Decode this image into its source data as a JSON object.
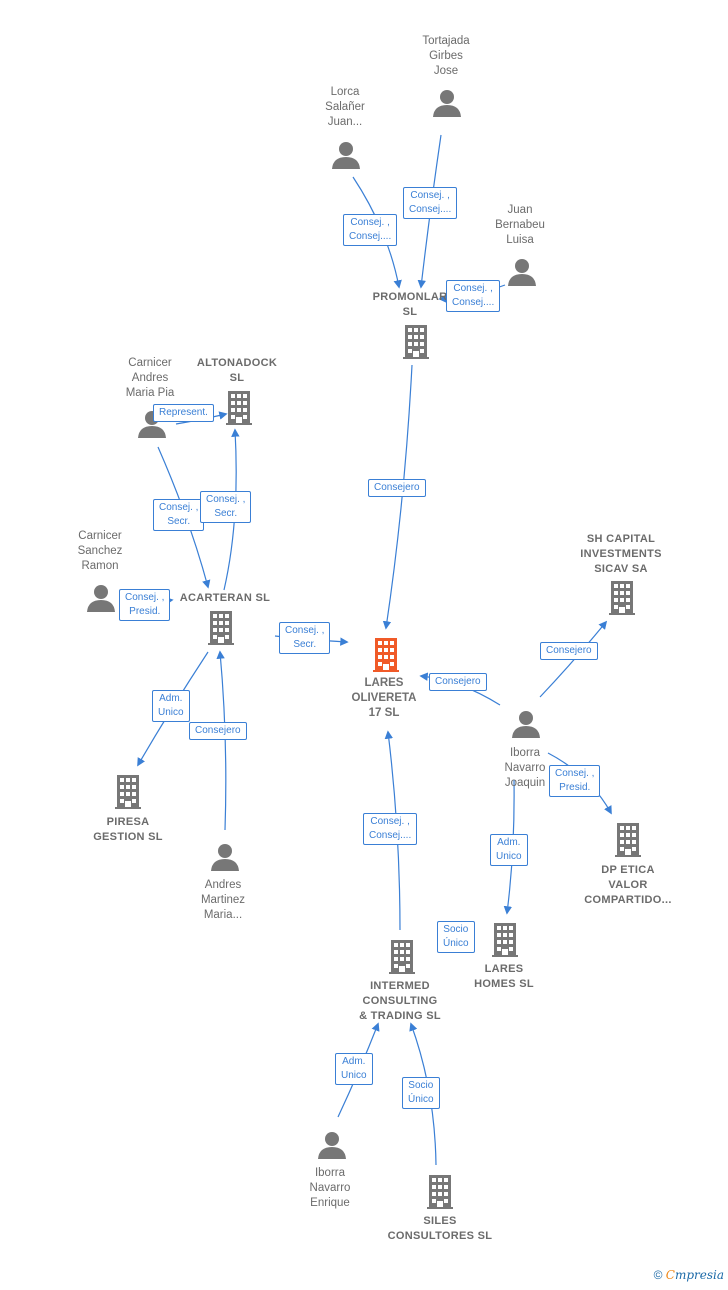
{
  "colors": {
    "edge": "#3a7fd5",
    "node": "#777777",
    "focus": "#f05a28"
  },
  "nodes": [
    {
      "id": "lares",
      "type": "focus",
      "label": "LARES\nOLIVERETA\n17  SL",
      "icon": "building-icon"
    },
    {
      "id": "promonlar",
      "type": "company",
      "label": "PROMONLAR\nSL",
      "icon": "building-icon"
    },
    {
      "id": "tortajada",
      "type": "person",
      "label": "Tortajada\nGirbes\nJose",
      "icon": "person-icon"
    },
    {
      "id": "lorca",
      "type": "person",
      "label": "Lorca\nSalañer\nJuan...",
      "icon": "person-icon"
    },
    {
      "id": "bernabeu",
      "type": "person",
      "label": "Juan\nBernabeu\nLuisa",
      "icon": "person-icon"
    },
    {
      "id": "carnicer_andres",
      "type": "person",
      "label": "Carnicer\nAndres\nMaria Pia",
      "icon": "person-icon"
    },
    {
      "id": "altonadock",
      "type": "company",
      "label": "ALTONADOCK\nSL",
      "icon": "building-icon"
    },
    {
      "id": "carnicer_sanchez",
      "type": "person",
      "label": "Carnicer\nSanchez\nRamon",
      "icon": "person-icon"
    },
    {
      "id": "acarteran",
      "type": "company",
      "label": "ACARTERAN SL",
      "icon": "building-icon"
    },
    {
      "id": "piresa",
      "type": "company",
      "label": "PIRESA\nGESTION  SL",
      "icon": "building-icon"
    },
    {
      "id": "andres_martinez",
      "type": "person",
      "label": "Andres\nMartinez\nMaria...",
      "icon": "person-icon"
    },
    {
      "id": "sh_capital",
      "type": "company",
      "label": "SH CAPITAL\nINVESTMENTS\nSICAV SA",
      "icon": "building-icon"
    },
    {
      "id": "iborra_joaquin",
      "type": "person",
      "label": "Iborra\nNavarro\nJoaquin",
      "icon": "person-icon"
    },
    {
      "id": "dp_etica",
      "type": "company",
      "label": "DP ETICA\nVALOR\nCOMPARTIDO...",
      "icon": "building-icon"
    },
    {
      "id": "lares_homes",
      "type": "company",
      "label": "LARES\nHOMES  SL",
      "icon": "building-icon"
    },
    {
      "id": "intermed",
      "type": "company",
      "label": "INTERMED\nCONSULTING\n& TRADING  SL",
      "icon": "building-icon"
    },
    {
      "id": "iborra_enrique",
      "type": "person",
      "label": "Iborra\nNavarro\nEnrique",
      "icon": "person-icon"
    },
    {
      "id": "siles",
      "type": "company",
      "label": "SILES\nCONSULTORES SL",
      "icon": "building-icon"
    }
  ],
  "edges": [
    {
      "id": "tortajada-promonlar",
      "label": "Consej. ,\nConsej...."
    },
    {
      "id": "lorca-promonlar",
      "label": "Consej. ,\nConsej...."
    },
    {
      "id": "bernabeu-promonlar",
      "label": "Consej. ,\nConsej...."
    },
    {
      "id": "promonlar-lares",
      "label": "Consejero"
    },
    {
      "id": "carnicer-altonadock",
      "label": "Represent."
    },
    {
      "id": "carnicer-acarteran",
      "label": "Consej. ,\nSecr."
    },
    {
      "id": "acarteran-altonadock",
      "label": "Consej. ,\nSecr."
    },
    {
      "id": "sanchez-acarteran",
      "label": "Consej. ,\nPresid."
    },
    {
      "id": "acarteran-lares",
      "label": "Consej. ,\nSecr."
    },
    {
      "id": "acarteran-piresa",
      "label": "Adm.\nUnico"
    },
    {
      "id": "martinez-acarteran",
      "label": "Consejero"
    },
    {
      "id": "joaquin-lares",
      "label": "Consejero"
    },
    {
      "id": "joaquin-sh",
      "label": "Consejero"
    },
    {
      "id": "joaquin-dp",
      "label": "Consej. ,\nPresid."
    },
    {
      "id": "joaquin-homes",
      "label": "Adm.\nUnico"
    },
    {
      "id": "homes-socio",
      "label": "Socio\nÚnico"
    },
    {
      "id": "intermed-lares",
      "label": "Consej. ,\nConsej...."
    },
    {
      "id": "enrique-intermed",
      "label": "Adm.\nUnico"
    },
    {
      "id": "siles-intermed",
      "label": "Socio\nÚnico"
    }
  ],
  "footer": {
    "copyright": "©",
    "brand_first": "C",
    "brand_rest": "mpresia"
  }
}
